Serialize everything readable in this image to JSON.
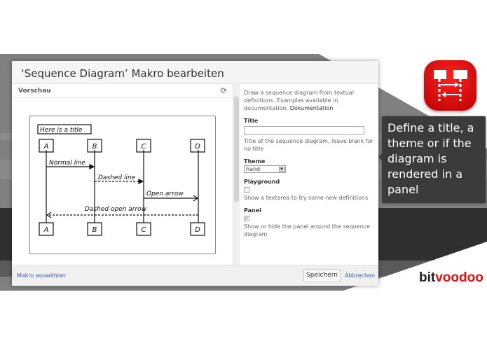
{
  "dialog": {
    "title": "‘Sequence Diagram’ Makro bearbeiten",
    "preview_label": "Vorschau",
    "refresh_icon": "refresh-icon"
  },
  "diagram": {
    "title": "Here is a title",
    "participants": [
      "A",
      "B",
      "C",
      "D"
    ],
    "messages": [
      "Normal line",
      "Dashed line",
      "Open arrow",
      "Dashed open arrow"
    ]
  },
  "form": {
    "intro": "Draw a sequence diagram from textual definitions. Examples available in documentation.",
    "doc_link": "Dokumentation",
    "title_label": "Title",
    "title_value": "",
    "title_help": "Title of the sequence diagram, leave blank for no title",
    "theme_label": "Theme",
    "theme_value": "hand",
    "playground_label": "Playground",
    "playground_checked": false,
    "playground_help": "Show a textarea to try some new definitions",
    "panel_label": "Panel",
    "panel_checked": true,
    "panel_help": "Show or hide the panel around the sequence diagram"
  },
  "footer": {
    "select_macro": "Makro auswählen",
    "save": "Speichern",
    "cancel": "Abbrechen"
  },
  "tooltip": "Define a title, a theme or if the diagram is rendered in a panel",
  "brand": {
    "part1": "bit",
    "part2": "voodoo",
    "accent": "#e31010"
  }
}
